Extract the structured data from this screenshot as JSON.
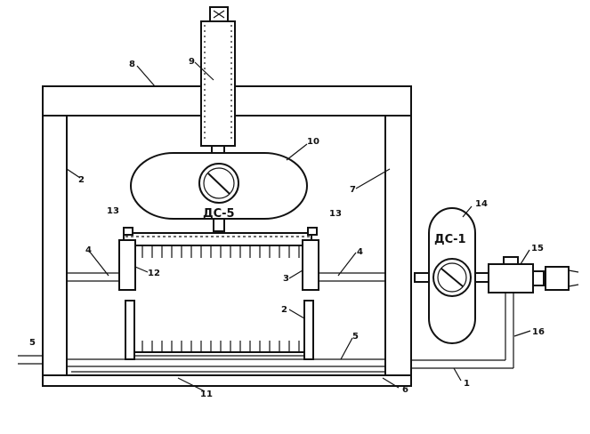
{
  "labels": {
    "l1": "1",
    "l2a": "2",
    "l2b": "2",
    "l3": "3",
    "l4a": "4",
    "l4b": "4",
    "l5a": "5",
    "l5b": "5",
    "l6": "6",
    "l7": "7",
    "l8": "8",
    "l9": "9",
    "l10": "10",
    "l11": "11",
    "l12": "12",
    "l13a": "13",
    "l13b": "13",
    "l14": "14",
    "l15": "15",
    "l16": "16"
  },
  "gauges": {
    "ds5": "ДС-5",
    "ds1": "ДС-1"
  },
  "colors": {
    "ink": "#111111",
    "paper": "#ffffff"
  }
}
